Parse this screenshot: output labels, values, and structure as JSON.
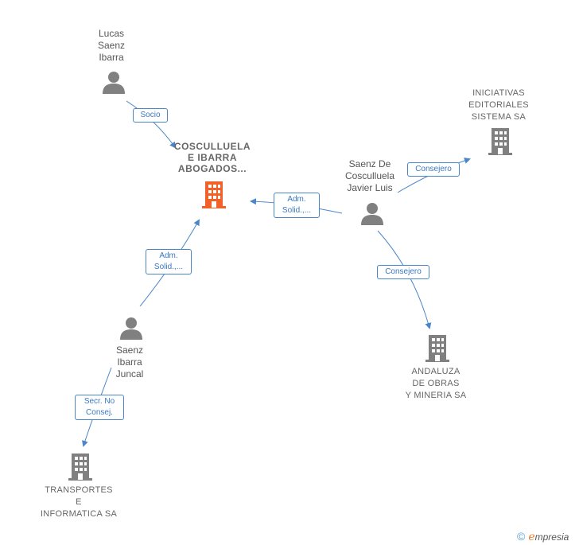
{
  "colors": {
    "person": "#808080",
    "company": "#808080",
    "focus_company": "#f0622a",
    "edge": "#4a86c8"
  },
  "nodes": {
    "lucas": {
      "label": "Lucas\nSaenz\nIbarra",
      "icon": "person-icon"
    },
    "cosculluela": {
      "label": "COSCULLUELA\nE IBARRA\nABOGADOS...",
      "icon": "building-icon"
    },
    "saenz_javier": {
      "label": "Saenz De\nCosculluela\nJavier Luis",
      "icon": "person-icon"
    },
    "iniciativas": {
      "label": "INICIATIVAS\nEDITORIALES\nSISTEMA SA",
      "icon": "building-icon"
    },
    "saenz_juncal": {
      "label": "Saenz\nIbarra\nJuncal",
      "icon": "person-icon"
    },
    "andaluza": {
      "label": "ANDALUZA\nDE OBRAS\nY MINERIA SA",
      "icon": "building-icon"
    },
    "transportes": {
      "label": "TRANSPORTES\nE\nINFORMATICA SA",
      "icon": "building-icon"
    }
  },
  "edges": {
    "socio": {
      "label": "Socio"
    },
    "adm_javier": {
      "label": "Adm.\nSolid.,..."
    },
    "consejero_iniciativas": {
      "label": "Consejero"
    },
    "consejero_andaluza": {
      "label": "Consejero"
    },
    "adm_juncal": {
      "label": "Adm.\nSolid.,..."
    },
    "secr": {
      "label": "Secr.  No\nConsej."
    }
  },
  "watermark": {
    "symbol": "©",
    "brand_initial": "e",
    "brand_rest": "mpresia"
  }
}
